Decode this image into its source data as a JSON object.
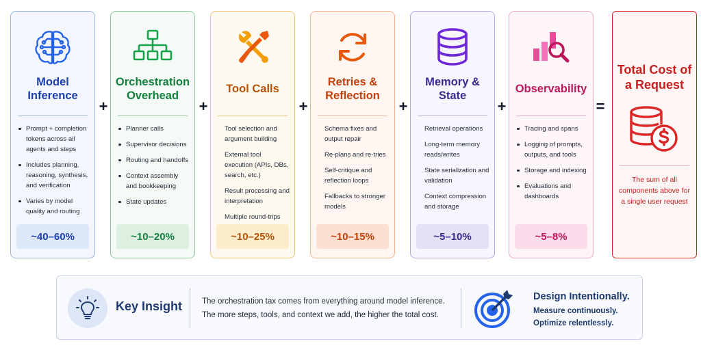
{
  "components": [
    {
      "title": "Model Inference",
      "icon": "brain-icon",
      "color": "#1e40af",
      "border": "#9db5de",
      "bg": "#f3f7fd",
      "pct_bg": "#dde8f8",
      "items": [
        "Prompt + completion tokens across all agents and steps",
        "Includes planning, reasoning, synthesis, and verification",
        "Varies by model quality and routing"
      ],
      "percentage": "~40–60%"
    },
    {
      "title": "Orchestration Overhead",
      "icon": "hierarchy-icon",
      "color": "#15803d",
      "border": "#8ec9a0",
      "bg": "#f4faf5",
      "pct_bg": "#dcefe1",
      "items": [
        "Planner calls",
        "Supervisor decisions",
        "Routing and handoffs",
        "Context assembly and bookkeeping",
        "State updates"
      ],
      "percentage": "~10–20%"
    },
    {
      "title": "Tool Calls",
      "icon": "wrench-screwdriver-icon",
      "color": "#b45309",
      "border": "#f0c77c",
      "bg": "#fffaf0",
      "pct_bg": "#fdeccb",
      "items": [
        "Tool selection and argument building",
        "External tool execution (APIs, DBs, search, etc.)",
        "Result processing and interpretation",
        "Multiple round-trips and retries"
      ],
      "percentage": "~10–25%"
    },
    {
      "title": "Retries & Reflection",
      "icon": "refresh-icon",
      "color": "#c2410c",
      "border": "#f5b394",
      "bg": "#fff6f1",
      "pct_bg": "#fde0d1",
      "items": [
        "Schema fixes and output repair",
        "Re-plans and re-tries",
        "Self-critique and reflection loops",
        "Fallbacks to stronger models"
      ],
      "percentage": "~10–15%"
    },
    {
      "title": "Memory & State",
      "icon": "database-icon",
      "color": "#3b2a8f",
      "border": "#b7a9e4",
      "bg": "#f7f5fd",
      "pct_bg": "#e6e0f7",
      "items": [
        "Retrieval operations",
        "Long-term memory reads/writes",
        "State serialization and validation",
        "Context compression and storage"
      ],
      "percentage": "~5–10%"
    },
    {
      "title": "Observability",
      "icon": "chart-magnifier-icon",
      "color": "#be185d",
      "border": "#f0a9c8",
      "bg": "#fef5f9",
      "pct_bg": "#fbdcea",
      "items": [
        "Tracing and spans",
        "Logging of prompts, outputs, and tools",
        "Storage and indexing",
        "Evaluations and dashboards"
      ],
      "percentage": "~5–8%"
    }
  ],
  "operators": {
    "plus": "+",
    "equals": "="
  },
  "total": {
    "title": "Total Cost of a Request",
    "icon": "coins-dollar-icon",
    "description": "The sum of all components above for a single user request",
    "color": "#c81e1e"
  },
  "insight": {
    "label": "Key Insight",
    "line1": "The orchestration tax comes from everything around model inference.",
    "line2": "The more steps, tools, and context we add, the higher the total cost.",
    "design_title": "Design Intentionally.",
    "design_line1": "Measure continuously.",
    "design_line2": "Optimize relentlessly."
  }
}
